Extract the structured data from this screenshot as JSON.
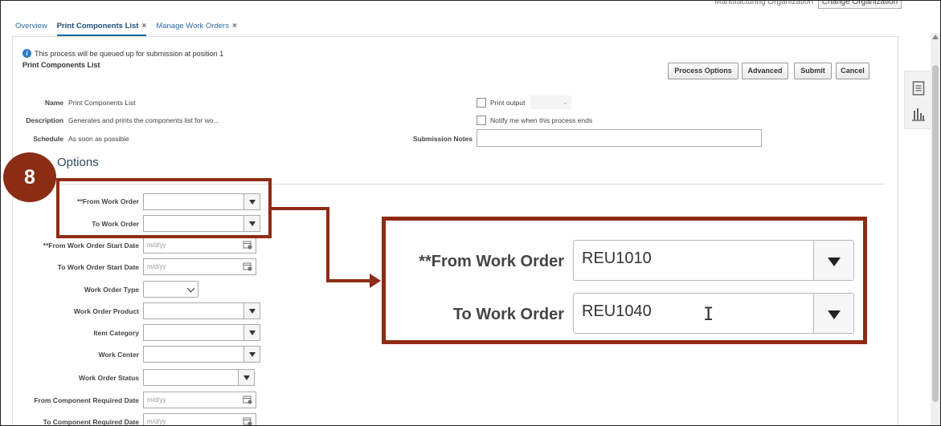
{
  "top": {
    "org_label": "Manufacturing Organization",
    "change_org_button": "Change Organization"
  },
  "tabs": [
    {
      "label": "Overview",
      "closable": false,
      "active": false
    },
    {
      "label": "Print Components List",
      "closable": true,
      "active": true
    },
    {
      "label": "Manage Work Orders",
      "closable": true,
      "active": false
    }
  ],
  "tab_close_glyph": "×",
  "header": {
    "info_message": "This process will be queued up for submission at position 1",
    "title": "Print Components List"
  },
  "buttons": {
    "process_options": "Process Options",
    "advanced": "Advanced",
    "submit": "Submit",
    "cancel": "Cancel"
  },
  "details": {
    "name_label": "Name",
    "name_value": "Print Components List",
    "description_label": "Description",
    "description_value": "Generates and prints the components list for wo...",
    "schedule_label": "Schedule",
    "schedule_value": "As soon as possible",
    "print_output_label": "Print output",
    "notify_label": "Notify me when this process ends",
    "submission_notes_label": "Submission Notes"
  },
  "parameters": {
    "heading": "Options",
    "fields": {
      "from_work_order": "**From Work Order",
      "to_work_order": "To Work Order",
      "from_wo_start_date": "**From Work Order Start Date",
      "to_wo_start_date": "To Work Order Start Date",
      "work_order_type": "Work Order Type",
      "work_order_product": "Work Order Product",
      "item_category": "Item Category",
      "work_center": "Work Center",
      "work_order_status": "Work Order Status",
      "from_component_required_date": "From Component Required Date",
      "to_component_required_date": "To Component Required Date"
    },
    "date_placeholder": "m/d/yy"
  },
  "annotation": {
    "step_number": "8",
    "zoom_from_label": "**From Work Order",
    "zoom_from_value": "REU1010",
    "zoom_to_label": "To Work Order",
    "zoom_to_value": "REU1040",
    "cursor_glyph": "I"
  },
  "colors": {
    "annotation_red": "#8f2b14",
    "link_blue": "#2f6ea5",
    "info_blue": "#2e7bc4"
  }
}
